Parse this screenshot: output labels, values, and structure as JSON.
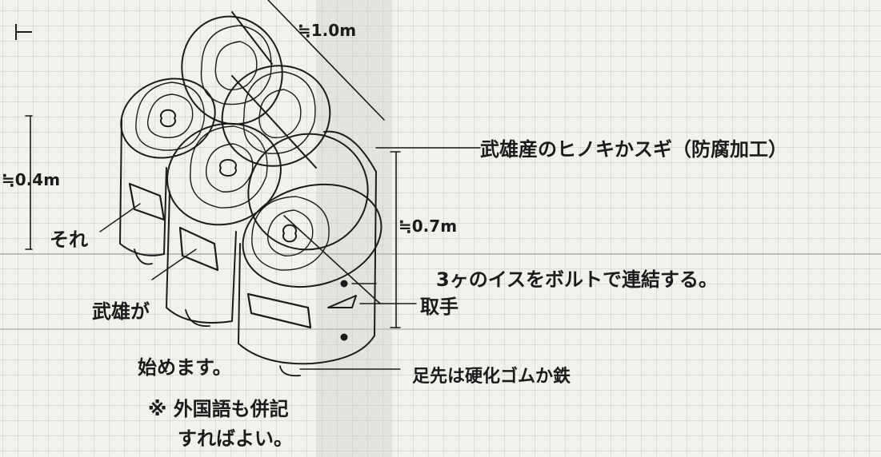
{
  "colors": {
    "paper": "#f2f1ec",
    "grid": "#b9bcbc",
    "ink": "#1b1b1b",
    "shadow": "#cfcfcb"
  },
  "labels": {
    "top_dimension": "≒1.0m",
    "left_dimension": "≒0.4m",
    "right_dimension": "≒0.7m",
    "material": "武雄産のヒノキかスギ（防腐加工）",
    "connection": "3ヶのイスをボルトで連結する。",
    "handle": "取手",
    "feet": "足先は硬化ゴムか鉄",
    "panel_1": "それ",
    "panel_2": "武雄が",
    "panel_3": "始めます。",
    "note_line1": "※ 外国語も併記",
    "note_line2": "すればよい。"
  }
}
